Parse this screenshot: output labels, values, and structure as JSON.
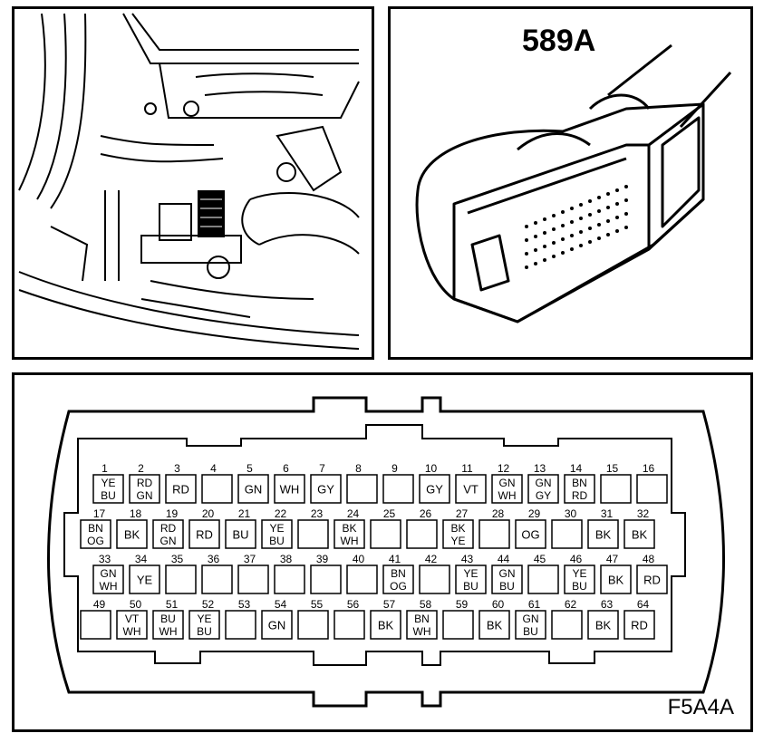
{
  "connector_label": "589A",
  "figure_id": "F5A4A",
  "rows": [
    {
      "pins": [
        {
          "n": "1",
          "c": "YE BU"
        },
        {
          "n": "2",
          "c": "RD GN"
        },
        {
          "n": "3",
          "c": "RD"
        },
        {
          "n": "4",
          "c": ""
        },
        {
          "n": "5",
          "c": "GN"
        },
        {
          "n": "6",
          "c": "WH"
        },
        {
          "n": "7",
          "c": "GY"
        },
        {
          "n": "8",
          "c": ""
        },
        {
          "n": "9",
          "c": ""
        },
        {
          "n": "10",
          "c": "GY"
        },
        {
          "n": "11",
          "c": "VT"
        },
        {
          "n": "12",
          "c": "GN WH"
        },
        {
          "n": "13",
          "c": "GN GY"
        },
        {
          "n": "14",
          "c": "BN RD"
        },
        {
          "n": "15",
          "c": ""
        },
        {
          "n": "16",
          "c": ""
        }
      ]
    },
    {
      "pins": [
        {
          "n": "17",
          "c": "BN OG"
        },
        {
          "n": "18",
          "c": "BK"
        },
        {
          "n": "19",
          "c": "RD GN"
        },
        {
          "n": "20",
          "c": "RD"
        },
        {
          "n": "21",
          "c": "BU"
        },
        {
          "n": "22",
          "c": "YE BU"
        },
        {
          "n": "23",
          "c": ""
        },
        {
          "n": "24",
          "c": "BK WH"
        },
        {
          "n": "25",
          "c": ""
        },
        {
          "n": "26",
          "c": ""
        },
        {
          "n": "27",
          "c": "BK YE"
        },
        {
          "n": "28",
          "c": ""
        },
        {
          "n": "29",
          "c": "OG"
        },
        {
          "n": "30",
          "c": ""
        },
        {
          "n": "31",
          "c": "BK"
        },
        {
          "n": "32",
          "c": "BK"
        }
      ]
    },
    {
      "pins": [
        {
          "n": "33",
          "c": "GN WH"
        },
        {
          "n": "34",
          "c": "YE"
        },
        {
          "n": "35",
          "c": ""
        },
        {
          "n": "36",
          "c": ""
        },
        {
          "n": "37",
          "c": ""
        },
        {
          "n": "38",
          "c": ""
        },
        {
          "n": "39",
          "c": ""
        },
        {
          "n": "40",
          "c": ""
        },
        {
          "n": "41",
          "c": "BN OG"
        },
        {
          "n": "42",
          "c": ""
        },
        {
          "n": "43",
          "c": "YE BU"
        },
        {
          "n": "44",
          "c": "GN BU"
        },
        {
          "n": "45",
          "c": ""
        },
        {
          "n": "46",
          "c": "YE BU"
        },
        {
          "n": "47",
          "c": "BK"
        },
        {
          "n": "48",
          "c": "RD"
        }
      ]
    },
    {
      "pins": [
        {
          "n": "49",
          "c": ""
        },
        {
          "n": "50",
          "c": "VT WH"
        },
        {
          "n": "51",
          "c": "BU WH"
        },
        {
          "n": "52",
          "c": "YE BU"
        },
        {
          "n": "53",
          "c": ""
        },
        {
          "n": "54",
          "c": "GN"
        },
        {
          "n": "55",
          "c": ""
        },
        {
          "n": "56",
          "c": ""
        },
        {
          "n": "57",
          "c": "BK"
        },
        {
          "n": "58",
          "c": "BN WH"
        },
        {
          "n": "59",
          "c": ""
        },
        {
          "n": "60",
          "c": "BK"
        },
        {
          "n": "61",
          "c": "GN BU"
        },
        {
          "n": "62",
          "c": ""
        },
        {
          "n": "63",
          "c": "BK"
        },
        {
          "n": "64",
          "c": "RD"
        }
      ]
    }
  ]
}
